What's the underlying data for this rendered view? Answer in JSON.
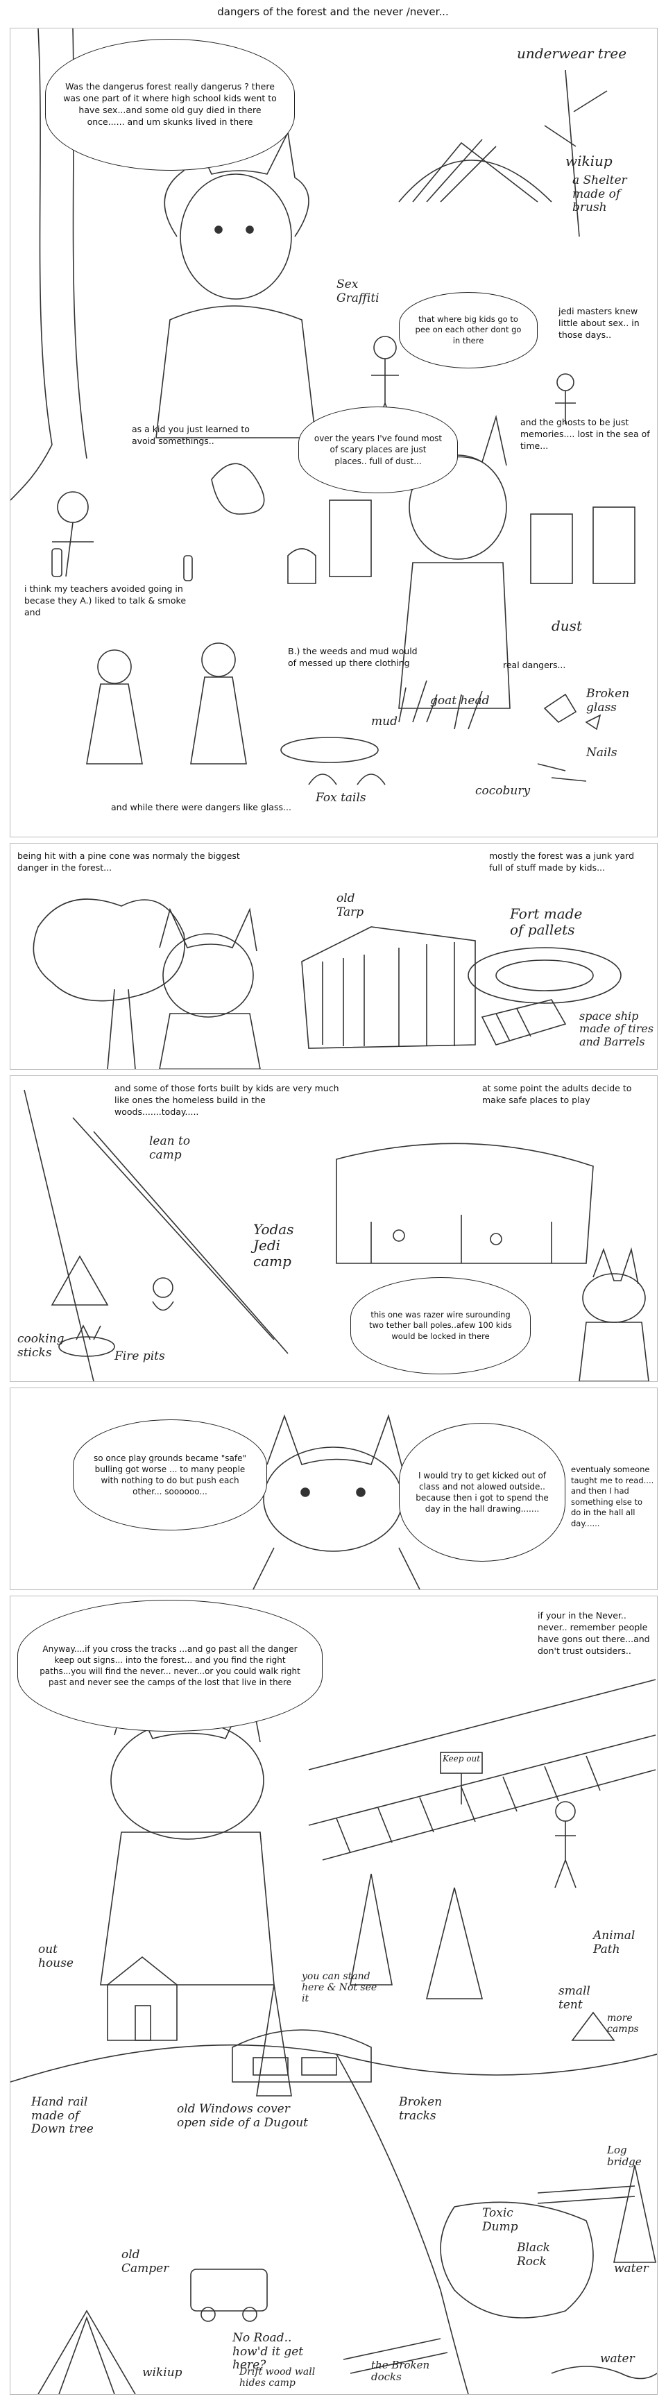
{
  "title": "dangers of the forest and the never /never...",
  "panel1": {
    "bubble": "Was the dangerus forest really dangerus ? there was one part of it where high school kids went to have sex...and some old guy died in there once...... and um skunks lived in there",
    "underwear_tree": "underwear tree",
    "wikiup_label": "wikiup",
    "wikiup_desc": "a Shelter made of brush",
    "sex_graffiti": "Sex Graffiti",
    "pee_bubble": "that where big kids go to pee on each other dont go in there",
    "jedi_text": "jedi masters knew little about sex.. in those days..",
    "kid_text": "as a kid you just learned to avoid somethings..",
    "scary_bubble": "over the years I've found most of scary places are just places.. full of dust...",
    "ghosts_text": "and the ghosts to be just memories.... lost in the sea of time...",
    "teachers_text": "i think my teachers avoided going in becase they A.) liked to talk & smoke and",
    "dust_label": "dust",
    "weeds_text": "B.) the weeds and mud would of messed up there clothing",
    "real_dangers": "real dangers...",
    "mud_label": "mud",
    "goat_head_label": "goat head",
    "broken_glass_label": "Broken glass",
    "nails_label": "Nails",
    "fox_tails_label": "Fox tails",
    "cocobury_label": "cocobury",
    "glass_text": "and while there were dangers like glass..."
  },
  "panel2": {
    "pinecone_text": "being hit with a pine cone was normaly the biggest danger in the forest...",
    "junkyard_text": "mostly the forest was a junk yard full of stuff made by kids...",
    "old_tarp": "old Tarp",
    "fort_label": "Fort made of pallets",
    "spaceship_label": "space ship made of tires and Barrels"
  },
  "panel3": {
    "forts_text": "and some of those forts built by kids are very much like ones the homeless build in the woods.......today.....",
    "adults_text": "at some point the adults decide to make safe places to play",
    "lean_to": "lean to camp",
    "yodas_camp": "Yodas Jedi camp",
    "razer_bubble": "this one was razer wire surounding two tether ball poles..afew 100 kids would be locked in there",
    "cooking_sticks": "cooking sticks",
    "fire_pits": "Fire pits"
  },
  "panel4": {
    "playgrounds_bubble": "so once play grounds became \"safe\" bulling got worse ... to many people with nothing to do but push each other... soooooo...",
    "kicked_bubble": "I would try to get kicked out of class and not alowed outside.. because then i got to spend the day in the hall drawing.......",
    "eventually_text": "eventualy someone taught me to read.... and then I had something else to do in the hall all day......"
  },
  "panel5": {
    "anyway_bubble": "Anyway....if you cross the tracks ...and go past all the danger keep out signs... into the forest... and you find the right paths...you will find the never... never...or you could walk right past and never see the camps of the lost that live in there",
    "never_text": "if your in the Never.. never.. remember people have gons out there...and don't trust outsiders..",
    "keep_out_sign": "Keep out",
    "out_house": "out house",
    "animal_path": "Animal Path",
    "small_tent": "small tent",
    "more_camps": "more camps",
    "stand_here": "you can stand here & Not see it",
    "hand_rail": "Hand rail made of Down tree",
    "old_windows": "old Windows cover open side of a Dugout",
    "broken_tracks": "Broken tracks",
    "log_bridge": "Log bridge",
    "toxic_dump": "Toxic Dump",
    "black_rock": "Black Rock",
    "water1": "water",
    "old_camper": "old Camper",
    "no_road": "No Road.. how'd it get here?",
    "drift_wood": "Drift wood wall hides camp",
    "wikiup2": "wikiup",
    "broken_docks": "the Broken docks",
    "water2": "water"
  }
}
